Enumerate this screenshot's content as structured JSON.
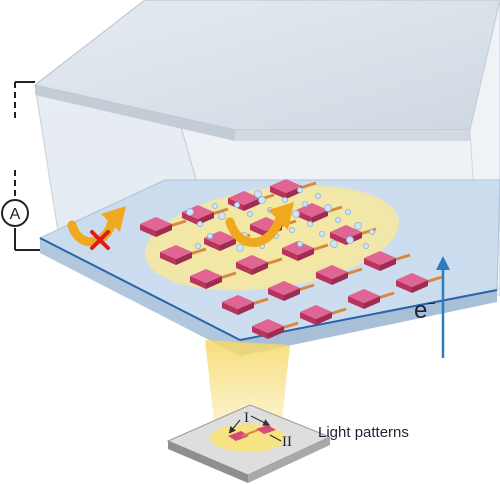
{
  "labels": {
    "ammeter": "A",
    "electron": "e",
    "electron_sup": "−",
    "region_one": "I",
    "region_two": "II",
    "light_patterns": "Light patterns"
  },
  "colors": {
    "glass_top": "#dfe6ee",
    "substrate": "#c9dcef",
    "pad": "#d64a7a",
    "light_glow": "#f7e8a0",
    "arrow_orange": "#f0a81e",
    "cross": "#e01b1b",
    "electron_arrow": "#2e7cc0",
    "bubble": "#bcd8f2"
  },
  "icons": [
    "ammeter-icon",
    "reaction-arrow-icon",
    "blocked-cross-icon",
    "electron-flow-arrow-icon"
  ]
}
